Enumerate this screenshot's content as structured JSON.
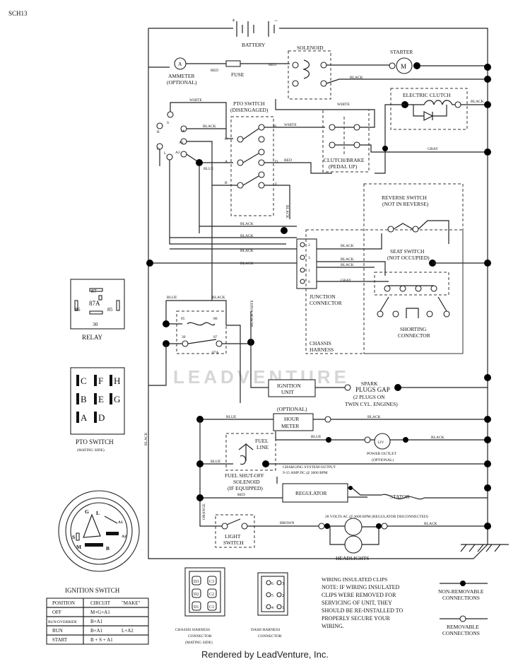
{
  "page": {
    "code": "SCH13"
  },
  "components": {
    "battery": "BATTERY",
    "battery_plus": "+",
    "battery_minus": "−",
    "solenoid": "SOLENOID",
    "starter": "STARTER",
    "starter_symbol": "M",
    "ammeter_1": "AMMETER",
    "ammeter_2": "(OPTIONAL)",
    "ammeter_symbol": "A",
    "fuse": "FUSE",
    "pto_switch_1": "PTO SWITCH",
    "pto_switch_2": "(DISENGAGED)",
    "electric_clutch": "ELECTRIC CLUTCH",
    "clutch_brake_1": "CLUTCH/BRAKE",
    "clutch_brake_2": "(PEDAL UP)",
    "reverse_switch_1": "REVERSE SWITCH",
    "reverse_switch_2": "(NOT IN REVERSE)",
    "seat_switch_1": "SEAT SWITCH",
    "seat_switch_2": "(NOT OCCUPIED)",
    "junction_1": "JUNCTION",
    "junction_2": "CONNECTOR",
    "shorting_1": "SHORTING",
    "shorting_2": "CONNECTOR",
    "chassis_harness_1": "CHASSIS",
    "chassis_harness_2": "HARNESS",
    "ignition_unit_1": "IGNITION",
    "ignition_unit_2": "UNIT",
    "spark_1": "SPARK",
    "spark_2": "PLUGS GAP",
    "spark_3": "(2 PLUGS ON",
    "spark_4": "TWIN CYL. ENGINES)",
    "optional": "(OPTIONAL)",
    "hour_meter_1": "HOUR",
    "hour_meter_2": "METER",
    "power_outlet_1": "POWER OUTLET",
    "power_outlet_2": "(OPTIONAL)",
    "power_outlet_v": "12V",
    "fuel_line_1": "FUEL",
    "fuel_line_2": "LINE",
    "fuel_sol_1": "FUEL SHUT-OFF",
    "fuel_sol_2": "SOLENOID",
    "fuel_sol_3": "(IF EQUIPPED)",
    "charging_1": "CHARGING SYSTEM OUTPUT",
    "charging_2": "9-15 AMP DC @ 3600 RPM",
    "regulator": "REGULATOR",
    "stator": "STATOR",
    "volts_note": "28 VOLTS AC @ 3600 RPM (REGULATOR DISCONNECTED)",
    "light_switch_1": "LIGHT",
    "light_switch_2": "SWITCH",
    "headlights": "HEADLIGHTS"
  },
  "wires": {
    "red": "RED",
    "black": "BLACK",
    "white": "WHITE",
    "blue": "BLUE",
    "gray": "GRAY",
    "orange": "ORANGE",
    "brown": "BROWN",
    "black_white": "BLACK/WHITE"
  },
  "terminals": {
    "ign_s": "S",
    "ign_m": "M",
    "ign_b": "B",
    "ign_a1": "A1",
    "ign_a2": "A2",
    "ign_g": "G",
    "ign_l": "L",
    "pto_c": "C",
    "pto_h": "H",
    "pto_a": "A",
    "pto_d": "D",
    "pto_b": "B",
    "pto_e": "E",
    "jc_2": "2",
    "jc_3": "3",
    "jc_1": "1",
    "jc_6": "6",
    "r85": "85",
    "r86": "86",
    "r30": "30",
    "r87": "87",
    "r87a": "87A"
  },
  "relay": {
    "title": "RELAY",
    "p87": "87",
    "p87a": "87A",
    "p86": "86",
    "p85": "85",
    "p30": "30"
  },
  "pto_mating": {
    "title_1": "PTO SWITCH",
    "title_2": "(MATING SIDE)",
    "grid": [
      "C",
      "F",
      "H",
      "B",
      "E",
      "G",
      "A",
      "D"
    ]
  },
  "ignition_switch": {
    "title": "IGNITION SWITCH",
    "pins": [
      "G",
      "L",
      "A1",
      "A2",
      "S",
      "M",
      "B"
    ],
    "table": {
      "headers": [
        "POSITION",
        "CIRCUIT",
        "\"MAKE\""
      ],
      "rows": [
        [
          "OFF",
          "M+G+A1",
          ""
        ],
        [
          "RUN/OVERRIDE",
          "B+A1",
          ""
        ],
        [
          "RUN",
          "B+A1",
          "L+A2"
        ],
        [
          "START",
          "B + S + A1",
          ""
        ]
      ]
    }
  },
  "connectors": {
    "chassis_1": "CHASSIS HARNESS",
    "chassis_2": "CONNECTOR",
    "chassis_3": "(MATING SIDE)",
    "chassis_pins": [
      "D3",
      "C3",
      "D2",
      "C2",
      "D1",
      "C1"
    ],
    "dash_1": "DASH HARNESS",
    "dash_2": "CONNECTOR",
    "dash_pins": [
      "6",
      "3",
      "5",
      "2",
      "4",
      "1"
    ]
  },
  "notes": {
    "clips_title": "WIRING INSULATED CLIPS",
    "clips_lines": [
      "NOTE: IF WIRING INSULATED",
      "CLIPS WERE REMOVED FOR",
      "SERVICING OF UNIT, THEY",
      "SHOULD BE RE-INSTALLED TO",
      "PROPERLY SECURE YOUR",
      "WIRING."
    ]
  },
  "legend": {
    "non_removable_1": "NON-REMOVABLE",
    "non_removable_2": "CONNECTIONS",
    "removable_1": "REMOVABLE",
    "removable_2": "CONNECTIONS"
  },
  "watermark": "LEADVENTURE",
  "footer": "Rendered by LeadVenture, Inc."
}
